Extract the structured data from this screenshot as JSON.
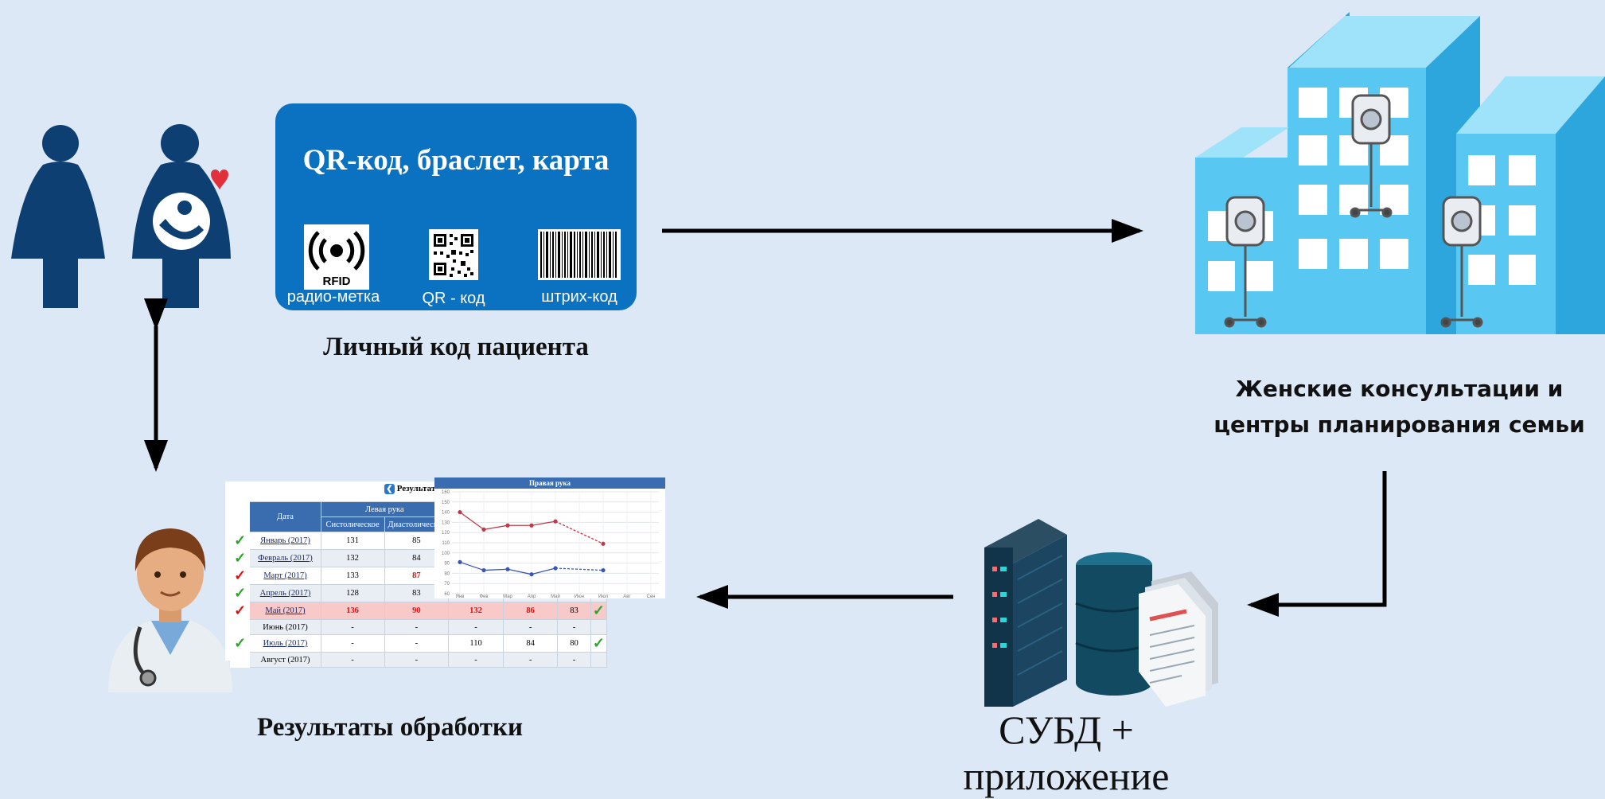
{
  "card": {
    "title": "QR-код, браслет, карта",
    "rfid_text": "RFID",
    "labels": [
      "радио-метка",
      "QR - код",
      "штрих-код"
    ]
  },
  "captions": {
    "patient_code": "Личный код пациента",
    "clinics_line1": "Женские консультации и",
    "clinics_line2": "центры планирования семьи",
    "dbms": "СУБД + приложение",
    "results": "Результаты обработки"
  },
  "results_table": {
    "header_title": "Результаты з",
    "col_date": "Дата",
    "col_left_arm": "Левая рука",
    "col_systolic": "Систолическое",
    "col_diastolic": "Диастолическое",
    "rows": [
      {
        "date": "Январь (2017)",
        "sys": "131",
        "dia": "85",
        "sys2": "",
        "dia2": "",
        "pulse": ""
      },
      {
        "date": "Февраль (2017)",
        "sys": "132",
        "dia": "84",
        "sys2": "",
        "dia2": "",
        "pulse": ""
      },
      {
        "date": "Март (2017)",
        "sys": "133",
        "dia": "87",
        "sys2": "",
        "dia2": "",
        "pulse": ""
      },
      {
        "date": "Апрель (2017)",
        "sys": "128",
        "dia": "83",
        "sys2": "",
        "dia2": "",
        "pulse": ""
      },
      {
        "date": "Май (2017)",
        "sys": "136",
        "dia": "90",
        "sys2": "132",
        "dia2": "86",
        "pulse": "83"
      },
      {
        "date": "Июнь (2017)",
        "sys": "-",
        "dia": "-",
        "sys2": "-",
        "dia2": "-",
        "pulse": "-"
      },
      {
        "date": "Июль (2017)",
        "sys": "-",
        "dia": "-",
        "sys2": "110",
        "dia2": "84",
        "pulse": "80"
      },
      {
        "date": "Август (2017)",
        "sys": "-",
        "dia": "-",
        "sys2": "-",
        "dia2": "-",
        "pulse": "-"
      }
    ]
  },
  "chart_data": {
    "type": "line",
    "title": "Правая рука",
    "categories": [
      "Янв",
      "Фев",
      "Мар",
      "Апр",
      "Май",
      "Июн",
      "Июл",
      "Авг",
      "Сен"
    ],
    "yticks": [
      "60",
      "70",
      "80",
      "90",
      "100",
      "110",
      "120",
      "130",
      "140",
      "150",
      "160"
    ],
    "ylim": [
      60,
      160
    ],
    "series": [
      {
        "values": [
          140,
          123,
          127,
          127,
          131,
          null,
          109
        ],
        "color": "#c0394b"
      },
      {
        "values": [
          91,
          83,
          84,
          79,
          85,
          null,
          83
        ],
        "color": "#3b55b5"
      }
    ],
    "grid": true
  },
  "colors": {
    "background": "#dce8f5",
    "card": "#0a72c0",
    "figure": "#0d3f73",
    "building_front": "#58c8f2",
    "building_side": "#2da6dd"
  },
  "icons": [
    "pregnant-woman-icon",
    "woman-icon",
    "rfid-icon",
    "qr-code-icon",
    "barcode-icon",
    "doctor-icon",
    "server-icon",
    "database-icon",
    "documents-icon",
    "building-icon"
  ]
}
